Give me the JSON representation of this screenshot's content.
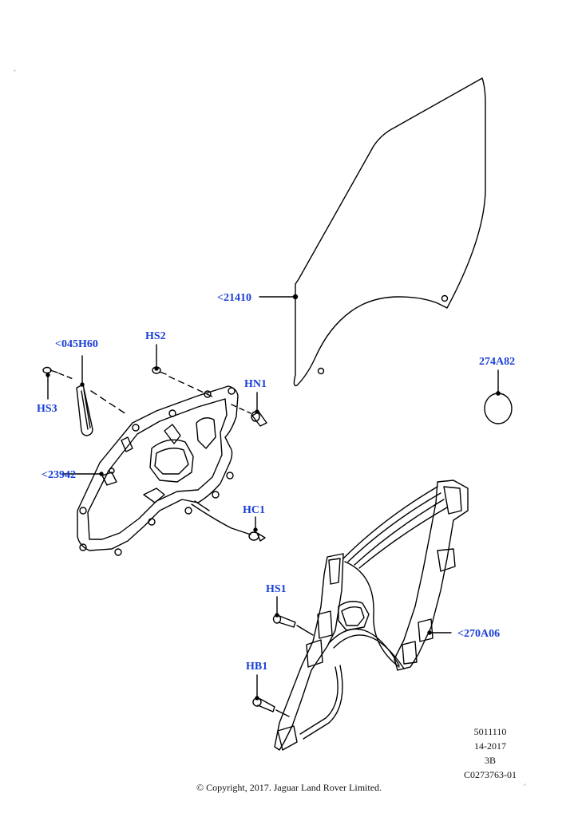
{
  "callouts": {
    "glass": "<21410",
    "channel": "<045H60",
    "hs2": "HS2",
    "hs3": "HS3",
    "hn1": "HN1",
    "carrier": "<23942",
    "hc1": "HC1",
    "grommet": "274A82",
    "hs1": "HS1",
    "regulator": "<270A06",
    "hb1": "HB1"
  },
  "meta": {
    "line1": "5011110",
    "line2": "14-2017",
    "line3": "3B",
    "line4": "C0273763-01"
  },
  "copyright": "© Copyright, 2017. Jaguar Land Rover Limited.",
  "colors": {
    "callout": "#1a3fd6",
    "line": "#000000"
  }
}
